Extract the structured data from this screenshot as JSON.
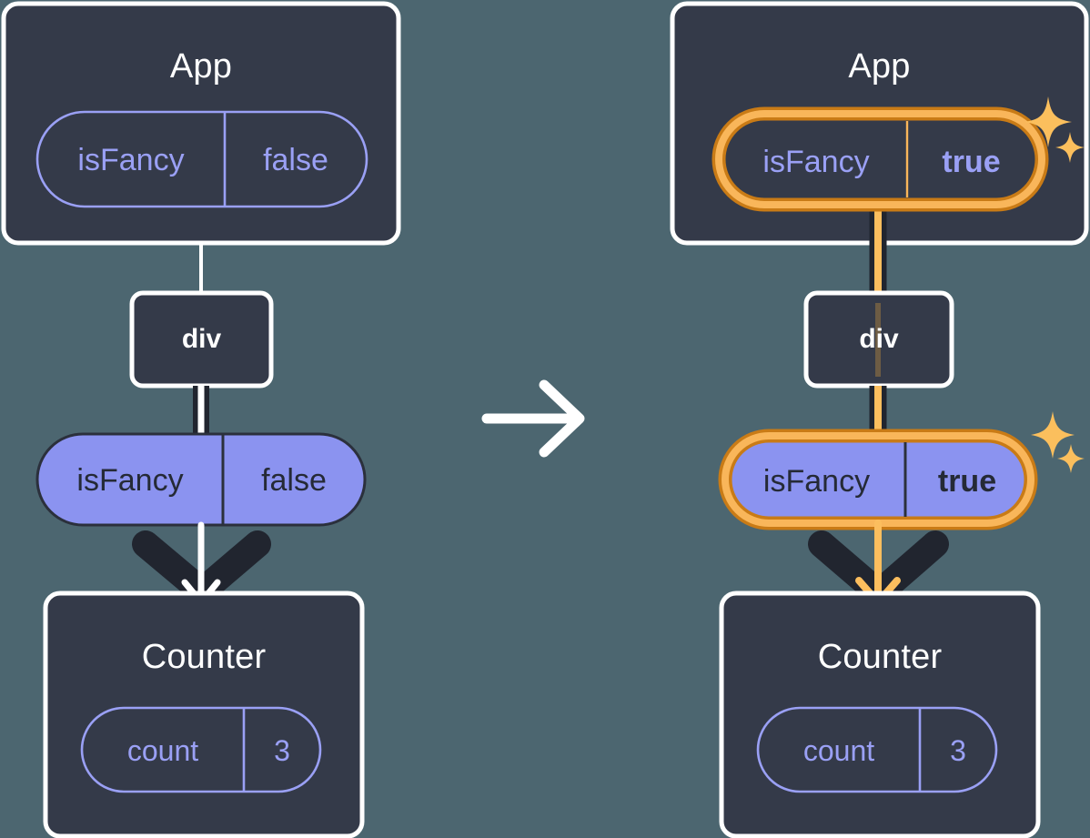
{
  "diagram": {
    "title": "React state update propagation",
    "background_color": "#4c6670",
    "panel_fill": "#343a49",
    "panel_stroke": "#ffffff",
    "pill_fill": "#8b93f0",
    "pill_outline_stroke": "#9aa0f5",
    "highlight_outer": "#c97b16",
    "highlight_inner": "#f9b65a",
    "arrow_dark": "#21252f",
    "arrow_light": "#ffffff",
    "arrow_orange": "#fcbe5e",
    "sparkle_color": "#fbbf5d"
  },
  "transition": {
    "arrow_icon": "arrow-right-icon",
    "label": ""
  },
  "before": {
    "app": {
      "title": "App",
      "state_pill": {
        "name": "isFancy",
        "value": "false",
        "style": "outline",
        "highlighted": false
      }
    },
    "div": {
      "label": "div"
    },
    "prop_pill": {
      "name": "isFancy",
      "value": "false",
      "style": "solid",
      "highlighted": false
    },
    "counter": {
      "title": "Counter",
      "state_pill": {
        "name": "count",
        "value": "3",
        "style": "outline",
        "highlighted": false
      }
    }
  },
  "after": {
    "app": {
      "title": "App",
      "state_pill": {
        "name": "isFancy",
        "value": "true",
        "style": "outline",
        "highlighted": true,
        "sparkle": "sparkle-icon"
      }
    },
    "div": {
      "label": "div"
    },
    "prop_pill": {
      "name": "isFancy",
      "value": "true",
      "style": "solid",
      "highlighted": true,
      "sparkle": "sparkle-icon"
    },
    "counter": {
      "title": "Counter",
      "state_pill": {
        "name": "count",
        "value": "3",
        "style": "outline",
        "highlighted": false
      }
    }
  }
}
